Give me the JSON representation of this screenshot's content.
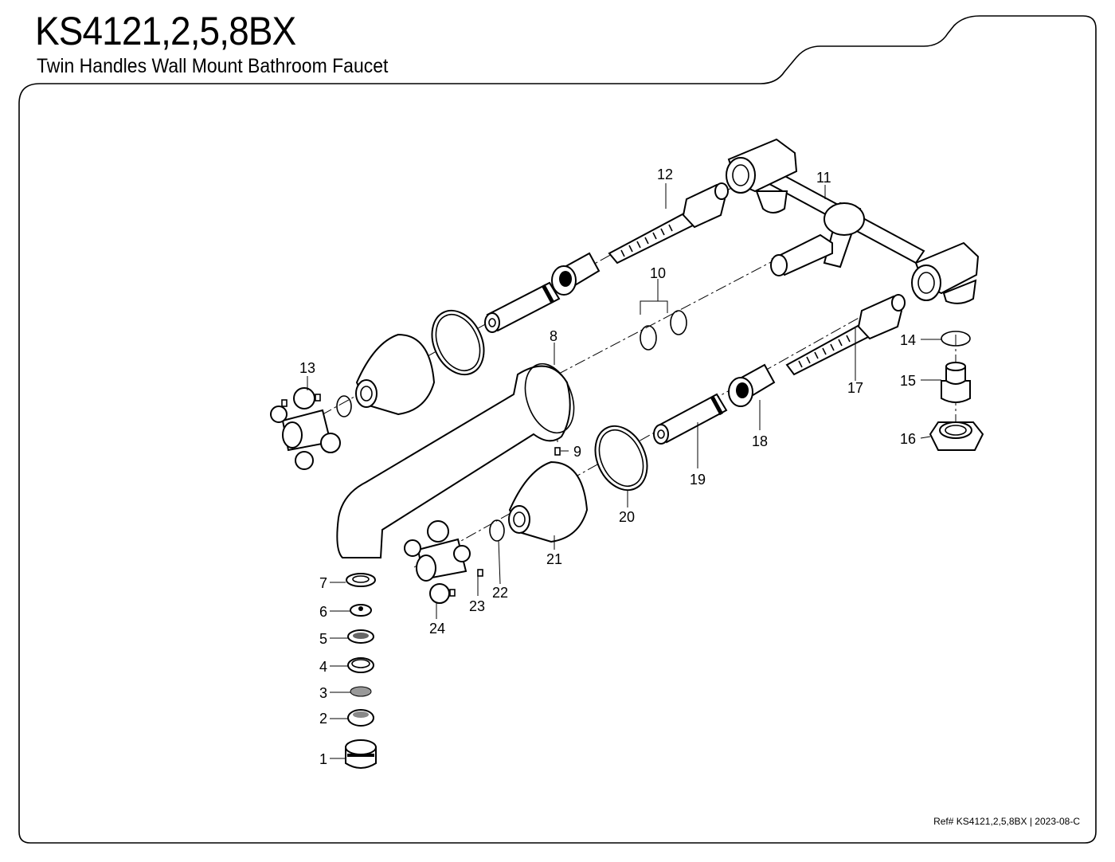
{
  "header": {
    "model": "KS4121,2,5,8BX",
    "description": "Twin Handles Wall Mount Bathroom Faucet"
  },
  "footer": {
    "reference": "Ref# KS4121,2,5,8BX | 2023-08-C"
  },
  "callouts": [
    "1",
    "2",
    "3",
    "4",
    "5",
    "6",
    "7",
    "8",
    "9",
    "10",
    "11",
    "12",
    "13",
    "14",
    "15",
    "16",
    "17",
    "18",
    "19",
    "20",
    "21",
    "22",
    "23",
    "24"
  ]
}
